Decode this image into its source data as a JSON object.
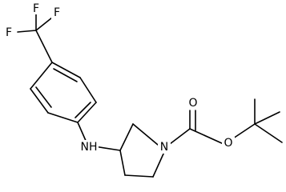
{
  "molecule": {
    "atoms": {
      "f_top": "F",
      "f_left": "F",
      "f_right": "F",
      "amine_nh": "NH",
      "ring_n": "N",
      "carbonyl_o": "O",
      "ester_o": "O"
    },
    "colors": {
      "bond": "#000000",
      "label": "#000000",
      "background": "#ffffff"
    }
  }
}
